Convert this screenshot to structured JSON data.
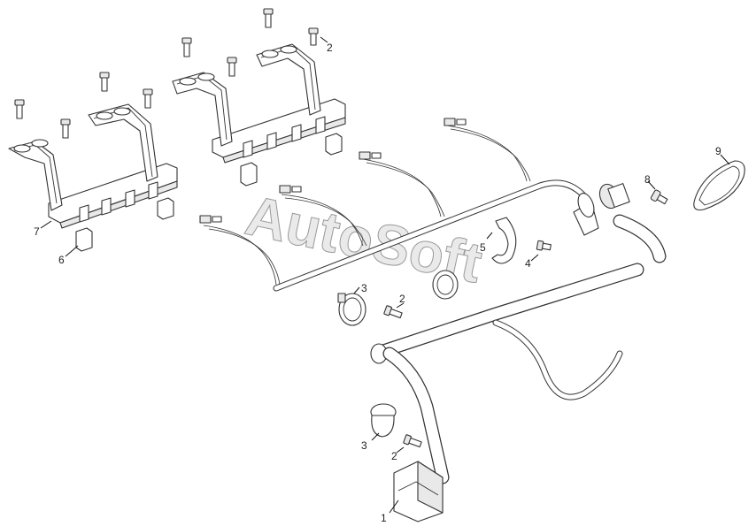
{
  "watermark": "AutoSoft",
  "callouts": [
    "1",
    "2",
    "2",
    "2",
    "3",
    "3",
    "4",
    "5",
    "6",
    "7",
    "8",
    "9"
  ]
}
